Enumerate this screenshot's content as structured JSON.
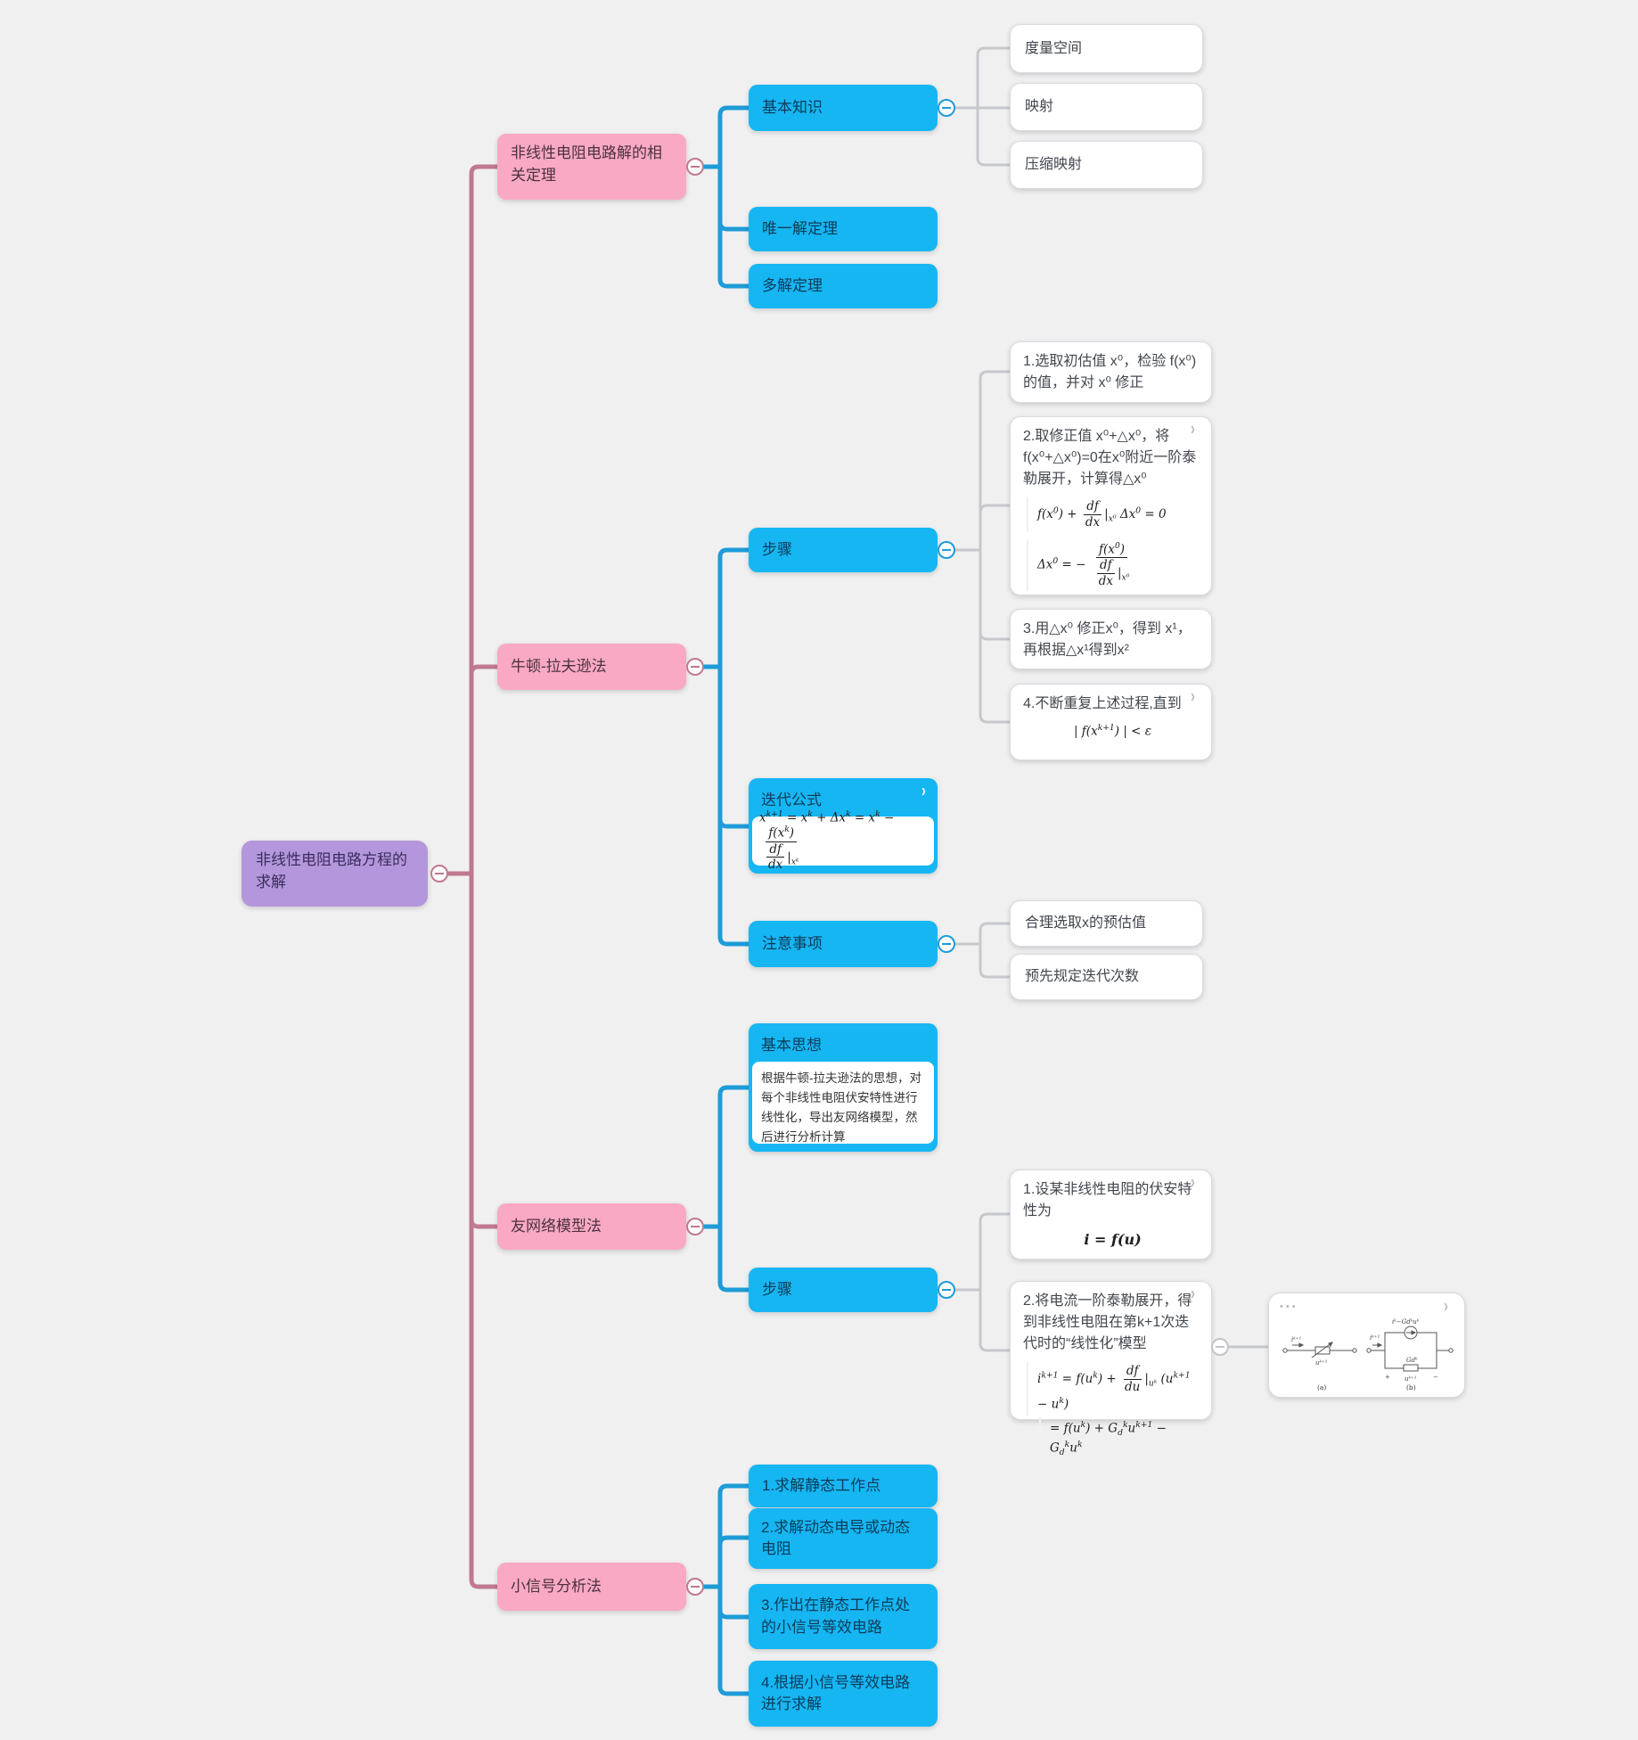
{
  "icons": {
    "expand": "›",
    "more": "•••"
  },
  "colors": {
    "background": "#f0f0f1",
    "root_fill": "#b496dc",
    "branch_fill": "#f9a9c3",
    "topic_fill": "#16b6f3",
    "leaf_fill": "#ffffff",
    "rose_line": "#c0798f",
    "blue_line": "#1e9cd8",
    "gray_line": "#c6c8cc"
  },
  "mindmap": {
    "root": {
      "label": "非线性电阻电路方程的求解"
    },
    "theorems": {
      "label": "非线性电阻电路解的相关定理",
      "basics": {
        "label": "基本知识",
        "children": [
          "度量空间",
          "映射",
          "压缩映射"
        ]
      },
      "unique": {
        "label": "唯一解定理"
      },
      "multi": {
        "label": "多解定理"
      }
    },
    "newton": {
      "label": "牛顿-拉夫逊法",
      "steps": {
        "label": "步骤",
        "items": [
          "1.选取初估值 x⁰，检验 f(x⁰) 的值，并对 x⁰ 修正",
          "2.取修正值 x⁰+△x⁰，将 f(x⁰+△x⁰)=0在x⁰附近一阶泰勒展开，计算得△x⁰",
          "3.用△x⁰ 修正x⁰，得到 x¹，再根据△x¹得到x²",
          "4.不断重复上述过程,直到"
        ]
      },
      "iteration": {
        "label": "迭代公式"
      },
      "notes": {
        "label": "注意事项",
        "children": [
          "合理选取x的预估值",
          "预先规定迭代次数"
        ]
      }
    },
    "companion": {
      "label": "友网络模型法",
      "idea": {
        "label": "基本思想",
        "body": "根据牛顿-拉夫逊法的思想，对每个非线性电阻伏安特性进行线性化，导出友网络模型，然后进行分析计算"
      },
      "steps": {
        "label": "步骤",
        "items": [
          "1.设某非线性电阻的伏安特性为",
          "2.将电流一阶泰勒展开，得到非线性电阻在第k+1次迭代时的“线性化”模型"
        ]
      }
    },
    "smallsignal": {
      "label": "小信号分析法",
      "children": [
        "1.求解静态工作点",
        "2.求解动态电导或动态电阻",
        "3.作出在静态工作点处的小信号等效电路",
        "4.根据小信号等效电路进行求解"
      ]
    }
  },
  "formulas": {
    "fA": [
      {
        "t": "f(x"
      },
      {
        "sup": "0"
      },
      {
        "t": ") + "
      },
      {
        "frac": {
          "n": [
            {
              "t": "df"
            }
          ],
          "d": [
            {
              "t": "dx"
            }
          ]
        }
      },
      {
        "t": "|"
      },
      {
        "sub": "x⁰"
      },
      {
        "t": " Δx"
      },
      {
        "sup": "0"
      },
      {
        "t": " = 0"
      }
    ],
    "fB": [
      {
        "t": "Δx"
      },
      {
        "sup": "0"
      },
      {
        "t": " = − "
      },
      {
        "frac": {
          "n": [
            {
              "t": "f(x"
            },
            {
              "sup": "0"
            },
            {
              "t": ")"
            }
          ],
          "d": [
            {
              "frac": {
                "n": [
                  {
                    "t": "df"
                  }
                ],
                "d": [
                  {
                    "t": "dx"
                  }
                ]
              }
            },
            {
              "t": "|"
            },
            {
              "sub": "x⁰"
            }
          ]
        }
      }
    ],
    "fC": [
      {
        "t": "x"
      },
      {
        "sup": "k+1"
      },
      {
        "t": " = x"
      },
      {
        "sup": "k"
      },
      {
        "t": " + Δx"
      },
      {
        "sup": "k"
      },
      {
        "t": " = x"
      },
      {
        "sup": "k"
      },
      {
        "t": " − "
      },
      {
        "frac": {
          "n": [
            {
              "t": "f(x"
            },
            {
              "sup": "k"
            },
            {
              "t": ")"
            }
          ],
          "d": [
            {
              "frac": {
                "n": [
                  {
                    "t": "df"
                  }
                ],
                "d": [
                  {
                    "t": "dx"
                  }
                ]
              }
            },
            {
              "t": "|"
            },
            {
              "sub": "xᵏ"
            }
          ]
        }
      }
    ],
    "fD": [
      {
        "t": "| f(x"
      },
      {
        "sup": "k+1"
      },
      {
        "t": ") | < ε"
      }
    ],
    "fE": [
      {
        "t": "i = f(u)"
      }
    ],
    "fF1": [
      {
        "t": "i"
      },
      {
        "sup": "k+1"
      },
      {
        "t": " = f(u"
      },
      {
        "sup": "k"
      },
      {
        "t": ") + "
      },
      {
        "frac": {
          "n": [
            {
              "t": "df"
            }
          ],
          "d": [
            {
              "t": "du"
            }
          ]
        }
      },
      {
        "t": "|"
      },
      {
        "sub": "uᵏ"
      },
      {
        "t": " (u"
      },
      {
        "sup": "k+1"
      },
      {
        "t": " − u"
      },
      {
        "sup": "k"
      },
      {
        "t": ")"
      }
    ],
    "fF2": [
      {
        "t": "= f(u"
      },
      {
        "sup": "k"
      },
      {
        "t": ") + G"
      },
      {
        "sub": "d"
      },
      {
        "sup": "k"
      },
      {
        "t": "u"
      },
      {
        "sup": "k+1"
      },
      {
        "t": " − G"
      },
      {
        "sub": "d"
      },
      {
        "sup": "k"
      },
      {
        "t": "u"
      },
      {
        "sup": "k"
      }
    ]
  },
  "circuit": {
    "i_a": "iᵏ⁺¹",
    "u_a": "uᵏ⁺¹",
    "cap_a": "(a)",
    "i_b": "iᵏ⁺¹",
    "src": "iᵏ−Gdᵏuᵏ",
    "g": "Gdᵏ",
    "plus": "+",
    "u_b": "uᵏ⁺¹",
    "minus": "−",
    "cap_b": "(b)"
  }
}
